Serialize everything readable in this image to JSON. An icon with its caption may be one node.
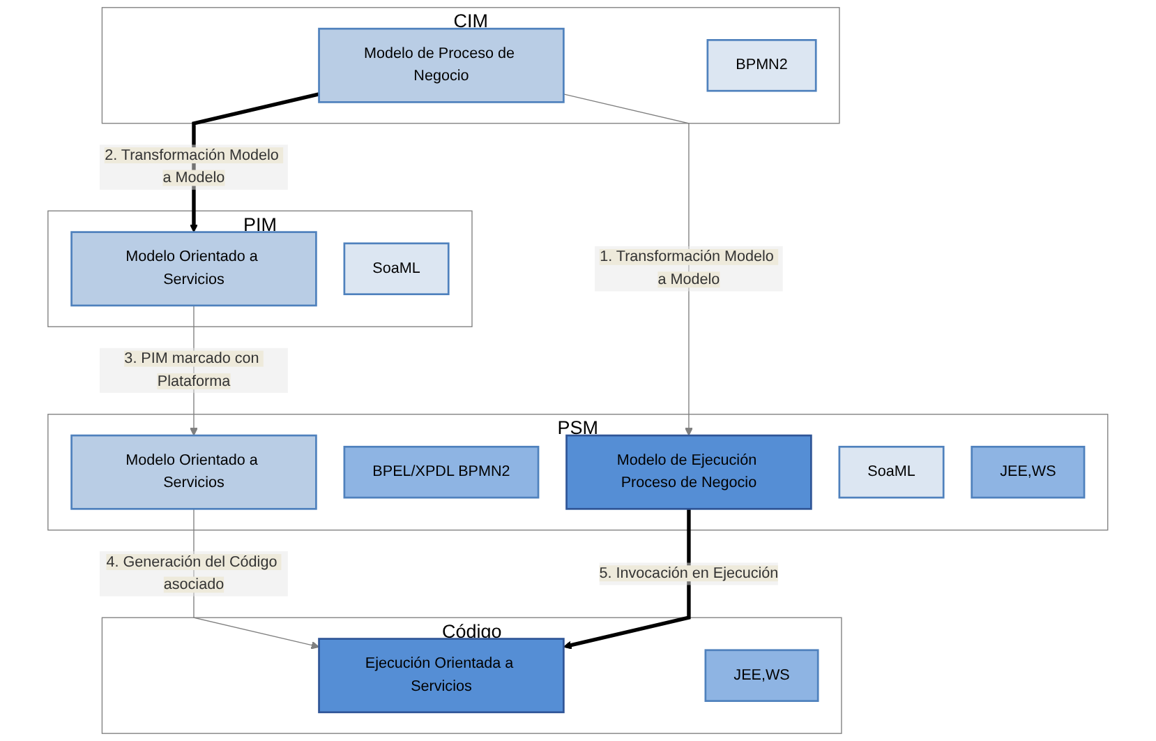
{
  "diagram": {
    "nodes": [
      {
        "text": [
          "CIM"
        ]
      },
      {
        "text": [
          "Modelo de Proceso de Negocio"
        ],
        "in": 0
      },
      {
        "text": [
          "BPMN2"
        ],
        "in": 0
      },
      {
        "text": [
          "PIM"
        ]
      },
      {
        "text": [
          "Modelo Orientado a Servicios"
        ],
        "in": 3
      },
      {
        "text": [
          "SoaML"
        ],
        "in": 3
      },
      {
        "text": [
          "PSM"
        ]
      },
      {
        "text": [
          "Modelo de Ejecución Proceso de Negocio"
        ],
        "in": 6
      },
      {
        "text": [
          "BPEL/XPDL BPMN2"
        ],
        "in": 6
      },
      {
        "text": [
          "Modelo Orientado a Servicios"
        ],
        "in": 6
      },
      {
        "text": [
          "SoaML"
        ],
        "in": 6
      },
      {
        "text": [
          "JEE,WS"
        ],
        "in": 6
      },
      {
        "text": [
          "Código"
        ]
      },
      {
        "text": [
          "Ejecución Orientada a Servicios"
        ],
        "in": 12
      },
      {
        "text": [
          "JEE,WS"
        ],
        "in": 12
      }
    ],
    "edges": [
      {
        "from": 1,
        "to": 7,
        "arrow": "to",
        "label": "1. Transformación Modelo a Modelo"
      },
      {
        "from": 1,
        "to": 4,
        "arrow": "to",
        "label": "2. Transformación Modelo a Modelo",
        "style": "thick",
        "color": "#000000"
      },
      {
        "from": 4,
        "to": 9,
        "arrow": "to",
        "label": "3. PIM marcado con Plataforma"
      },
      {
        "from": 9,
        "to": 13,
        "arrow": "to",
        "label": "4. Generación del Código asociado"
      },
      {
        "from": 7,
        "to": 13,
        "arrow": "to",
        "label": "5. Invocación en Ejecución",
        "style": "thick",
        "color": "#000000"
      }
    ]
  }
}
